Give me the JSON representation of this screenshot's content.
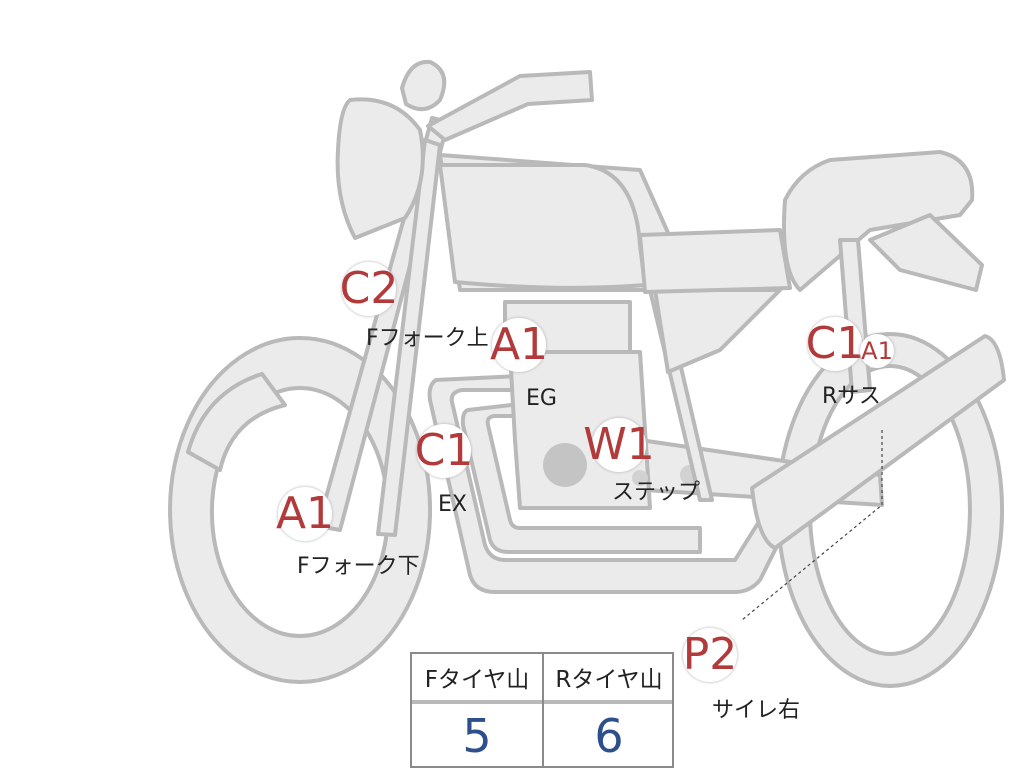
{
  "markers": [
    {
      "code": "C2",
      "label": "Fフォーク上"
    },
    {
      "code": "A1",
      "label": "EG"
    },
    {
      "code": "C1",
      "label": "EX"
    },
    {
      "code": "W1",
      "label": "ステップ"
    },
    {
      "code": "A1",
      "label": "Fフォーク下"
    },
    {
      "code": "C1",
      "label": "Rサス"
    },
    {
      "code": "A1",
      "label": ""
    },
    {
      "code": "P2",
      "label": "サイレ右"
    }
  ],
  "tread_table": {
    "headers": [
      "Fタイヤ山",
      "Rタイヤ山"
    ],
    "values": [
      "5",
      "6"
    ]
  },
  "colors": {
    "code": "#b23a3a",
    "value": "#2d4f8c",
    "part_fill": "#ebebeb",
    "part_outline": "#b9b9b9"
  }
}
